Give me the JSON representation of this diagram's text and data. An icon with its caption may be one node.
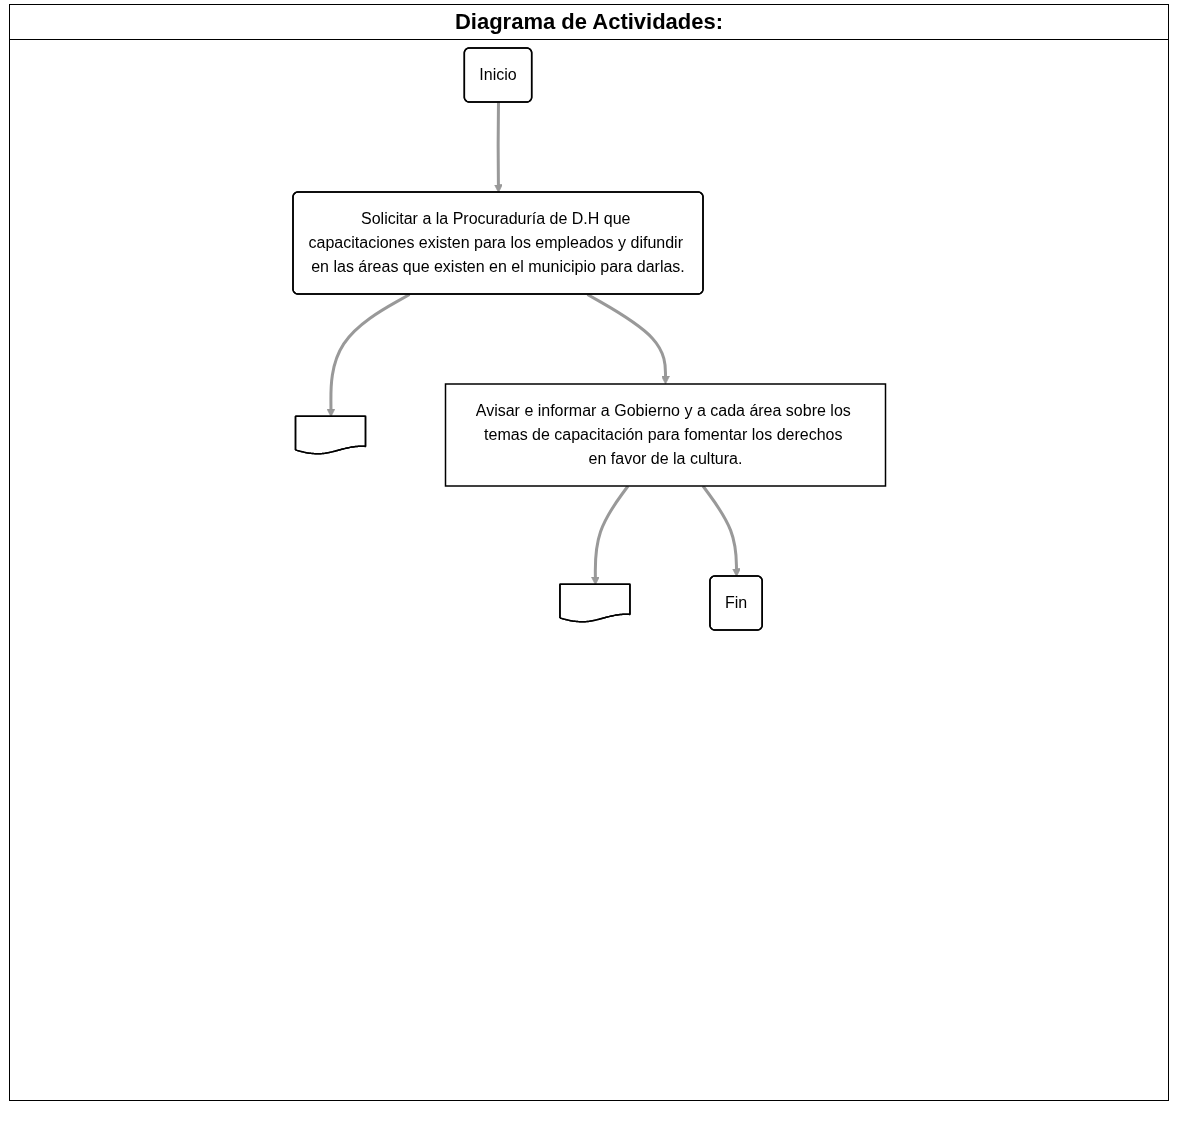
{
  "diagram": {
    "title": "Diagrama de Actividades:",
    "nodes": [
      {
        "text": [
          "Inicio"
        ]
      },
      {
        "text": [
          "Solicitar a la Procuraduría de D.H que capacitaciones existen para los empleados y difundir en las áreas que existen en el municipio para darlas."
        ]
      },
      {
        "text": [],
        "shape": "document"
      },
      {
        "text": [
          "Avisar e informar a Gobierno y a cada área sobre los temas de capacitación para fomentar los derechos en favor de la cultura."
        ]
      },
      {
        "text": [],
        "shape": "document"
      },
      {
        "text": [
          "Fin"
        ]
      }
    ],
    "edges": [
      {
        "from": 0,
        "to": 1,
        "arrow": "to"
      },
      {
        "from": 1,
        "to": 2,
        "arrow": "to"
      },
      {
        "from": 1,
        "to": 3,
        "arrow": "to"
      },
      {
        "from": 3,
        "to": 4,
        "arrow": "to"
      },
      {
        "from": 3,
        "to": 5,
        "arrow": "to"
      }
    ]
  }
}
